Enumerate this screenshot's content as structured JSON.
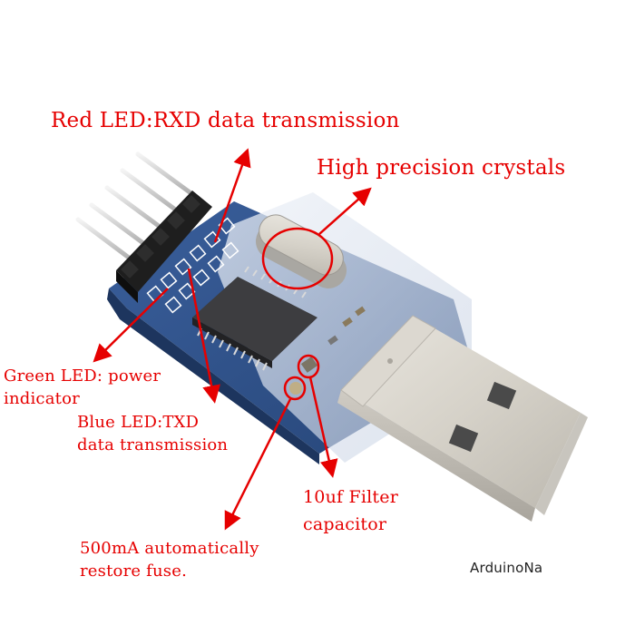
{
  "image": {
    "subject": "USB to TTL serial adapter board (PL2303) with annotated components",
    "annotation_color": "#e60000",
    "pcb_color": "#2d4f8a"
  },
  "annotations": {
    "red_led": "Red LED:RXD data transmission",
    "crystal": "High precision crystals",
    "green_led_line1": "Green LED: power",
    "green_led_line2": "indicator",
    "blue_led_line1": "Blue LED:TXD",
    "blue_led_line2": "data transmission",
    "capacitor_line1": "10uf Filter",
    "capacitor_line2": "capacitor",
    "fuse_line1": "500mA automatically",
    "fuse_line2": "restore fuse."
  },
  "watermark": "ArduinoNa"
}
